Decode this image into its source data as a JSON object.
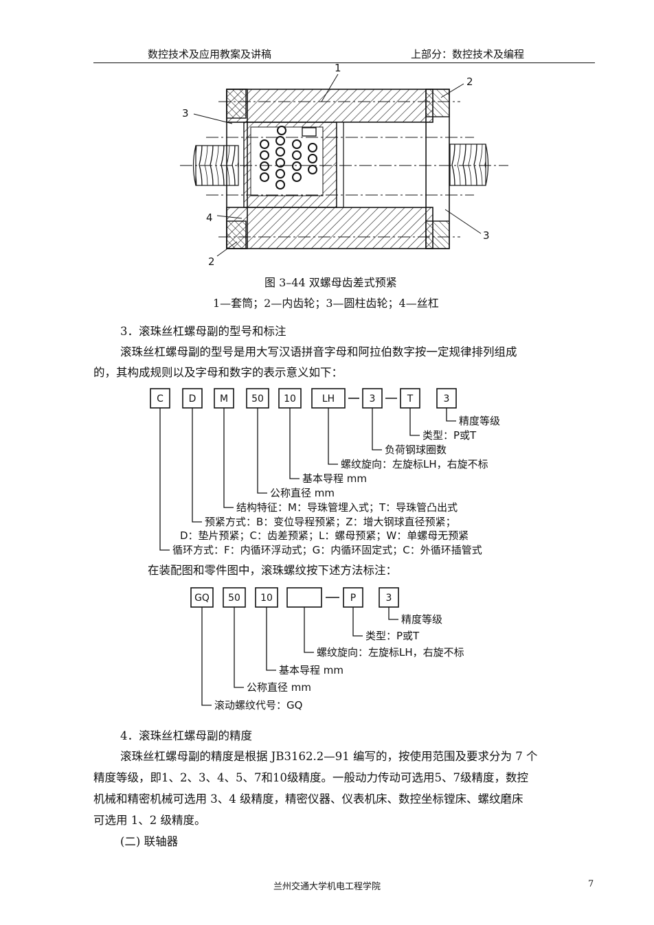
{
  "header": {
    "left": "数控技术及应用教案及讲稿",
    "right": "上部分：数控技术及编程"
  },
  "figure": {
    "callouts": [
      "1",
      "2",
      "3",
      "4",
      "2",
      "3"
    ],
    "caption": "图 3–44  双螺母齿差式预紧",
    "legend": "1—套筒；2—内齿轮；3—圆柱齿轮；4—丝杠"
  },
  "section3": {
    "heading": "3．滚珠丝杠螺母副的型号和标注",
    "para_line1": "滚珠丝杠螺母副的型号是用大写汉语拼音字母和阿拉伯数字按一定规律排列组成",
    "para_line2": "的，其构成规则以及字母和数字的表示意义如下："
  },
  "model_code": {
    "boxes": [
      "C",
      "D",
      "M",
      "50",
      "10",
      "LH",
      "3",
      "T",
      "3"
    ],
    "desc": [
      "精度等级",
      "类型：P或T",
      "负荷钢球圈数",
      "螺纹旋向：左旋标LH，右旋不标",
      "基本导程 mm",
      "公称直径 mm",
      "结构特征：M：导珠管埋入式；T：导珠管凸出式",
      "预紧方式：B：变位导程预紧；Z：增大钢球直径预紧；",
      "D：垫片预紧；C：齿差预紧；L：螺母预紧；W：单螺母无预紧",
      "循环方式：F：内循环浮动式；G：内循环固定式；C：外循环插管式"
    ]
  },
  "drawing_note": "在装配图和零件图中，滚珠螺纹按下述方法标注：",
  "drawing_code": {
    "boxes": [
      "GQ",
      "50",
      "10",
      "",
      "P",
      "3"
    ],
    "desc": [
      "精度等级",
      "类型：P或T",
      "螺纹旋向：左旋标LH，右旋不标",
      "基本导程 mm",
      "公称直径 mm",
      "滚动螺纹代号：GQ"
    ]
  },
  "section4": {
    "heading": "4．滚珠丝杠螺母副的精度",
    "lines": [
      "滚珠丝杠螺母副的精度是根据 JB3162.2—91 编写的，按使用范围及要求分为 7 个",
      "精度等级，即1、2、3、4、5、7和10级精度。一般动力传动可选用5、7级精度，数控",
      "机械和精密机械可选用 3、4 级精度，精密仪器、仪表机床、数控坐标镗床、螺纹磨床",
      "可选用 1、2 级精度。"
    ],
    "next_heading": "(二) 联轴器"
  },
  "footer": {
    "center": "兰州交通大学机电工程学院",
    "page": "7"
  }
}
